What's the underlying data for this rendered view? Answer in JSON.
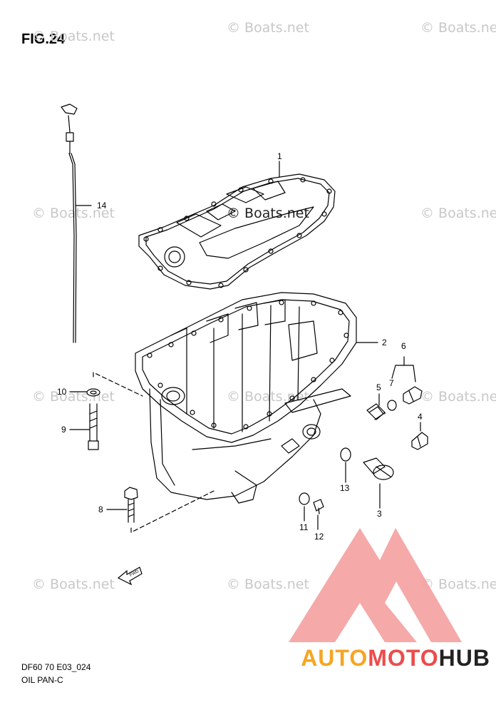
{
  "figure": {
    "title": "FIG.24",
    "code": "DF60 70 E03_024",
    "name": "OIL PAN-C"
  },
  "watermarks": [
    "© Boats.net",
    "© Boats.net",
    "© Boats.net",
    "© Boats.net",
    "© Boats.net",
    "© Boats.net",
    "© Boats.net",
    "© Boats.net",
    "© Boats.net",
    "© Boats.net",
    "© Boats.net",
    "© Boats.net"
  ],
  "callouts": {
    "c1": "1",
    "c2": "2",
    "c3": "3",
    "c4": "4",
    "c5": "5",
    "c6": "6",
    "c7": "7",
    "c8": "8",
    "c9": "9",
    "c10": "10",
    "c11": "11",
    "c12": "12",
    "c13": "13",
    "c14": "14"
  },
  "brand": {
    "part1": "AUTO",
    "part2": "MOTO",
    "part3": "HUB"
  },
  "fwd_label": "FWD",
  "colors": {
    "logo_red": "#ee4b4b",
    "logo_orange": "#f5a623",
    "line": "#000000",
    "watermark": "#c8c8c8"
  }
}
